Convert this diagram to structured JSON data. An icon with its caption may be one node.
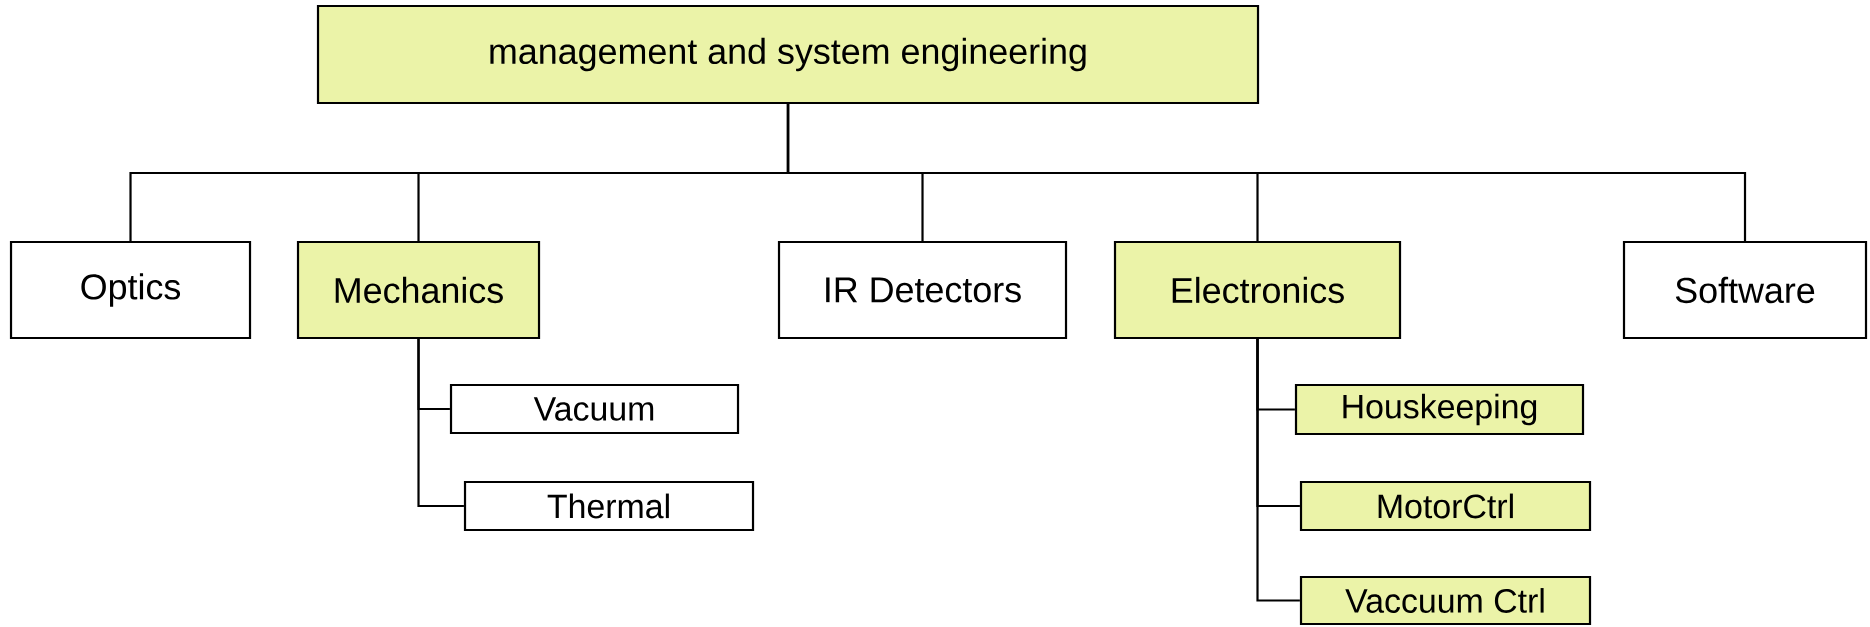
{
  "diagram": {
    "nodes": [
      {
        "text": [
          "management and system engineering"
        ]
      },
      {
        "text": [
          "Optics"
        ]
      },
      {
        "text": [
          "Mechanics"
        ]
      },
      {
        "text": [
          "Vacuum"
        ]
      },
      {
        "text": [
          "Thermal"
        ]
      },
      {
        "text": [
          "IR Detectors"
        ]
      },
      {
        "text": [
          "Electronics"
        ]
      },
      {
        "text": [
          "Houskeeping"
        ]
      },
      {
        "text": [
          "MotorCtrl"
        ]
      },
      {
        "text": [
          "Vaccuum Ctrl"
        ]
      },
      {
        "text": [
          "Software"
        ]
      }
    ],
    "edges": [
      {
        "from": 0,
        "to": 1,
        "arrow": "none"
      },
      {
        "from": 0,
        "to": 2,
        "arrow": "none"
      },
      {
        "from": 0,
        "to": 5,
        "arrow": "none"
      },
      {
        "from": 0,
        "to": 6,
        "arrow": "none"
      },
      {
        "from": 0,
        "to": 10,
        "arrow": "none"
      },
      {
        "from": 2,
        "to": 3,
        "arrow": "none"
      },
      {
        "from": 2,
        "to": 4,
        "arrow": "none"
      },
      {
        "from": 6,
        "to": 7,
        "arrow": "none"
      },
      {
        "from": 6,
        "to": 8,
        "arrow": "none"
      },
      {
        "from": 6,
        "to": 9,
        "arrow": "none"
      }
    ]
  }
}
